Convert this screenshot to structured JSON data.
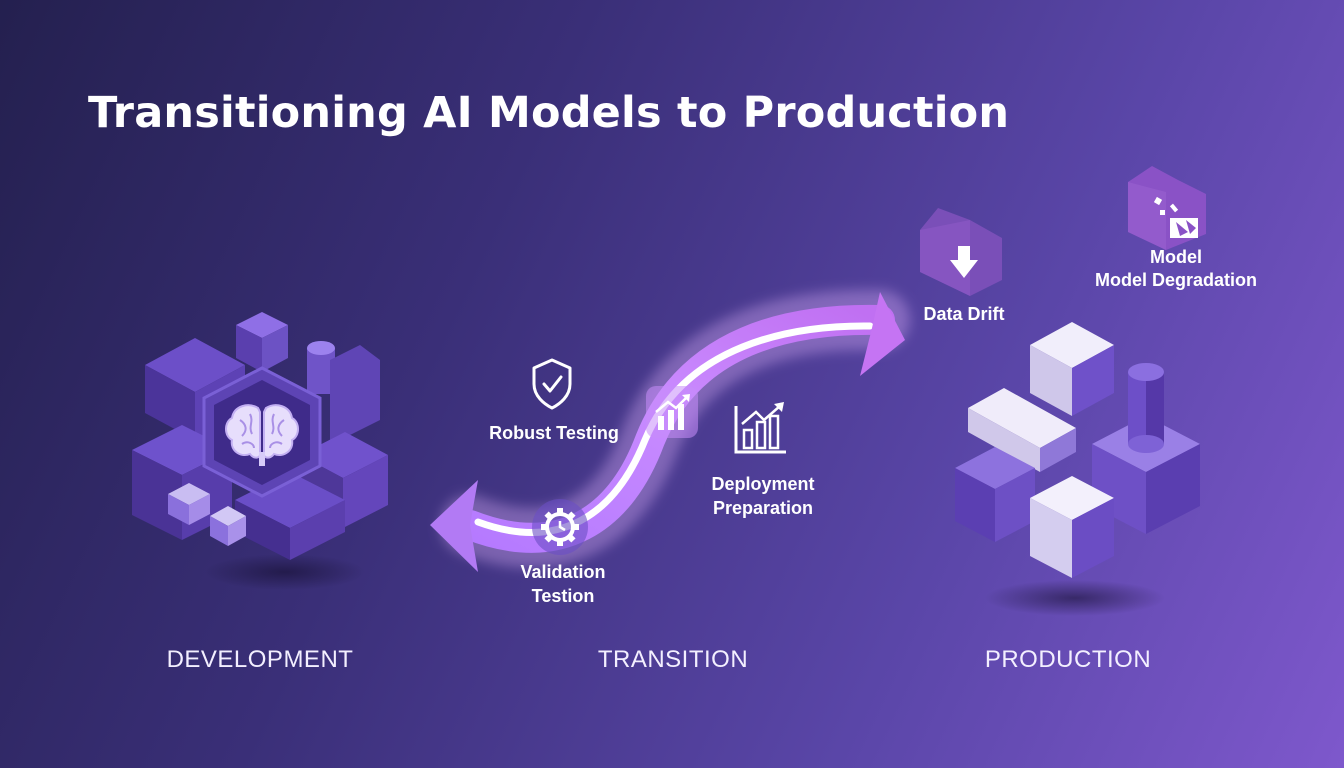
{
  "title": "Transitioning AI Models to Production",
  "stages": {
    "development": "DEVELOPMENT",
    "transition": "TRANSITION",
    "production": "PRODUCTION"
  },
  "transition_steps": {
    "robust_testing": "Robust Testing",
    "validation_line1": "Validation",
    "validation_line2": "Testion",
    "deployment_line1": "Deployment",
    "deployment_line2": "Preparation"
  },
  "production_risks": {
    "data_drift": "Data Drift",
    "degradation_line1": "Model",
    "degradation_line2": "Model Degradation"
  },
  "icons": {
    "development": "brain-icon",
    "robust_testing": "shield-check-icon",
    "validation": "gear-icon",
    "deployment": "bar-chart-trend-icon",
    "data_drift": "down-arrow-icon",
    "degradation": "broken-block-icon"
  },
  "colors": {
    "accent": "#a066f0",
    "arrow_glow": "#c98bff",
    "cube_light": "#e8e4f5",
    "cube_purple": "#7c5ad8"
  }
}
